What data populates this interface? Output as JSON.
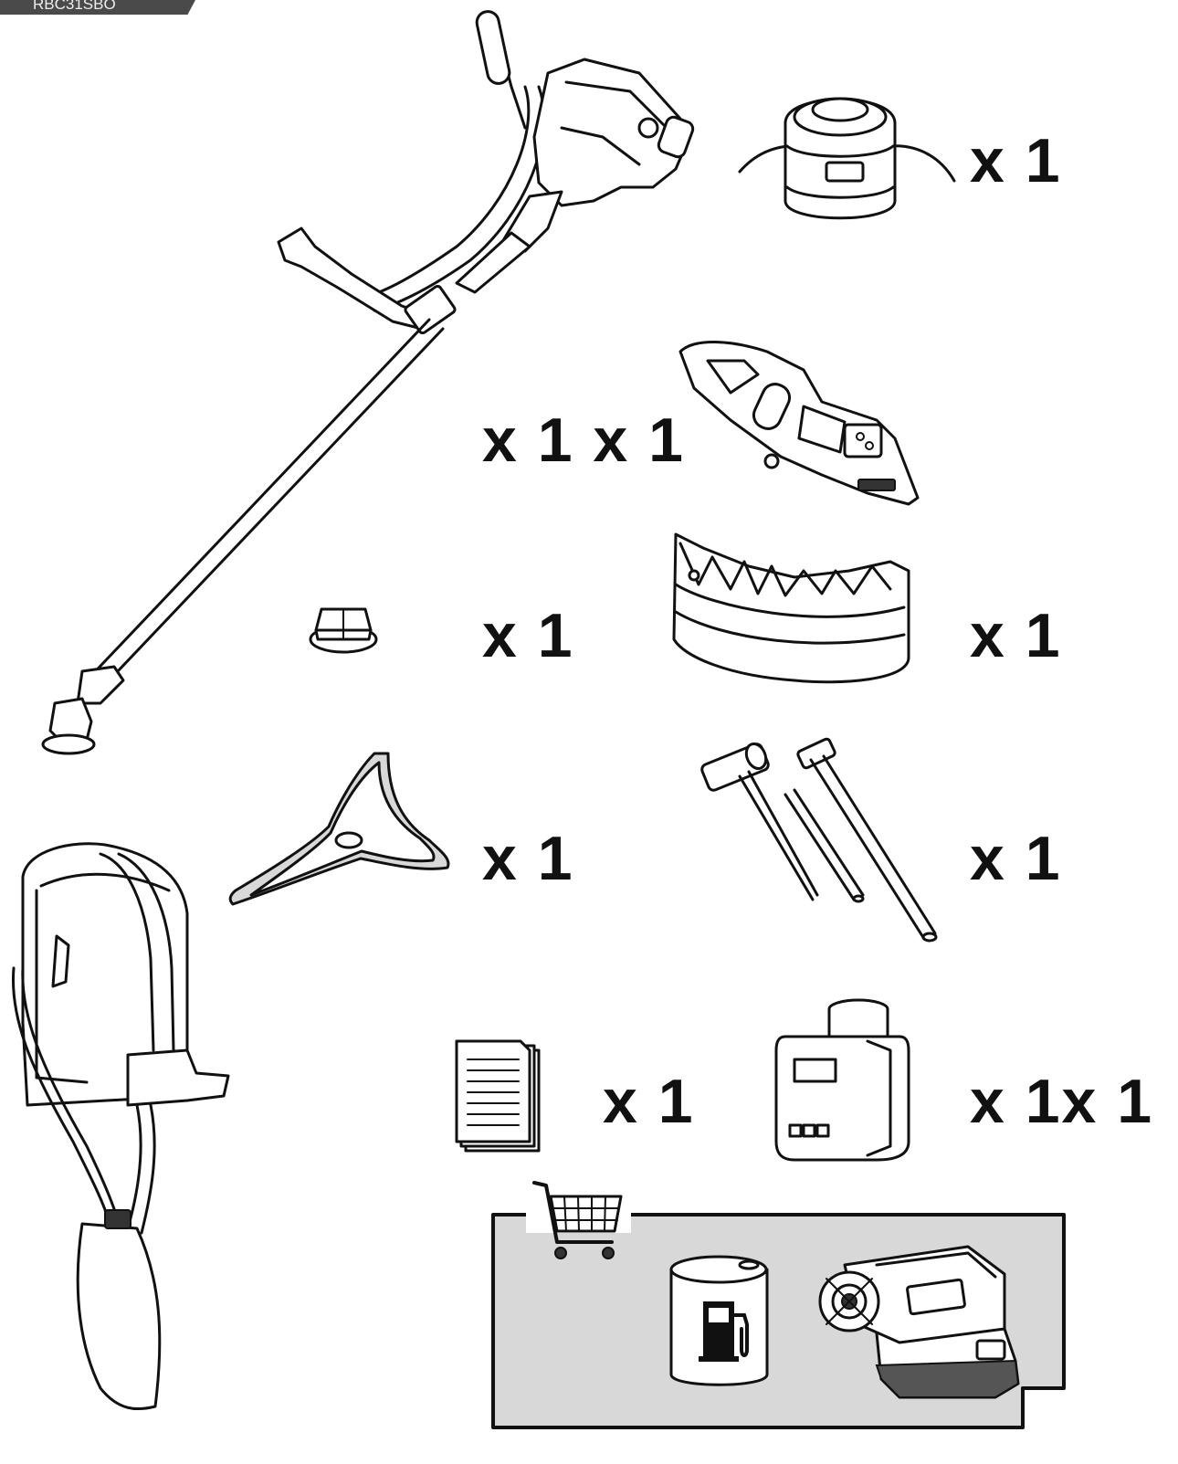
{
  "header": {
    "model": "RBC31SBO"
  },
  "quantities": {
    "trimmer_head": "x 1",
    "cover_pair": "x 1 x 1",
    "nut": "x 1",
    "guard": "x 1",
    "blade": "x 1",
    "tools": "x 1",
    "manual": "x 1",
    "oil": "x 1x 1"
  },
  "icons": {
    "cart": "shopping-cart-icon",
    "fuel": "fuel-pump-icon"
  },
  "colors": {
    "line": "#111111",
    "purchase_panel": "#d8d8d8",
    "model_tab": "#4a4a4a"
  }
}
